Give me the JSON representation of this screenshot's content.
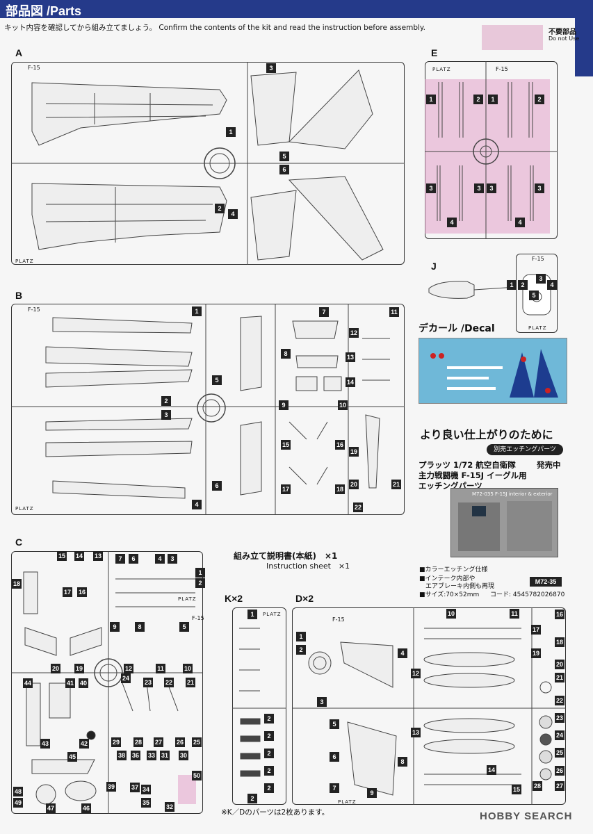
{
  "header": {
    "title": "部品図 /Parts"
  },
  "intro": "キット内容を確認してから組み立てましょう。 Confirm the contents of the kit and read the instruction before assembly.",
  "legend": {
    "jp": "不要部品",
    "en": "Do not Use",
    "color": "#e8c8da"
  },
  "brand": {
    "logo": "PLATZ",
    "model_tag": "F-15"
  },
  "sections": {
    "A": {
      "letter": "A",
      "parts": [
        "1",
        "2",
        "3",
        "4",
        "5",
        "6"
      ]
    },
    "B": {
      "letter": "B",
      "parts": [
        "1",
        "2",
        "3",
        "4",
        "5",
        "6",
        "7",
        "8",
        "9",
        "10",
        "11",
        "12",
        "13",
        "14",
        "15",
        "16",
        "17",
        "18",
        "19",
        "20",
        "21",
        "22"
      ]
    },
    "C": {
      "letter": "C",
      "parts": [
        "1",
        "2",
        "3",
        "4",
        "5",
        "6",
        "7",
        "8",
        "9",
        "10",
        "11",
        "12",
        "13",
        "14",
        "15",
        "16",
        "17",
        "18",
        "19",
        "20",
        "21",
        "22",
        "23",
        "24",
        "25",
        "26",
        "27",
        "28",
        "29",
        "30",
        "31",
        "32",
        "33",
        "34",
        "35",
        "36",
        "37",
        "38",
        "39",
        "40",
        "41",
        "42",
        "43",
        "44",
        "45",
        "46",
        "47",
        "48",
        "49",
        "50"
      ]
    },
    "E": {
      "letter": "E",
      "parts": [
        "1",
        "2",
        "1",
        "2",
        "3",
        "3",
        "3",
        "3",
        "4",
        "4"
      ]
    },
    "J": {
      "letter": "J",
      "parts": [
        "1",
        "2",
        "3",
        "4",
        "5"
      ]
    },
    "K": {
      "letter": "K×2",
      "parts": [
        "1",
        "2",
        "2",
        "2",
        "2",
        "2",
        "2"
      ]
    },
    "D": {
      "letter": "D×2",
      "parts": [
        "1",
        "2",
        "3",
        "4",
        "5",
        "6",
        "7",
        "8",
        "9",
        "10",
        "11",
        "12",
        "13",
        "14",
        "15",
        "16",
        "17",
        "18",
        "19",
        "20",
        "21",
        "22",
        "23",
        "24",
        "25",
        "26",
        "27",
        "28"
      ]
    }
  },
  "decal": {
    "title": "デカール /Decal"
  },
  "promo": {
    "title": "より良い仕上がりのために",
    "badge": "別売エッチングパーツ",
    "line1": "プラッツ 1/72 航空自衛隊",
    "line1_right": "発売中",
    "line2": "主力戦闘機 F-15J イーグル用",
    "line3": "エッチングパーツ",
    "image_label": "M72-035 F-15J interior & exterior",
    "note1": "■カラーエッチング仕様",
    "note2": "■インテーク内部や",
    "note2b": "エアブレーキ内側も再現",
    "size": "■サイズ:70×52mm",
    "code_label": "コード: 4545782026870",
    "code_badge": "M72-35"
  },
  "instruction_sheet": {
    "jp": "組み立て説明書(本紙)　×1",
    "en": "Instruction sheet　×1"
  },
  "footnote": "※K／Dのパーツは2枚あります。",
  "watermark": "HOBBY SEARCH"
}
